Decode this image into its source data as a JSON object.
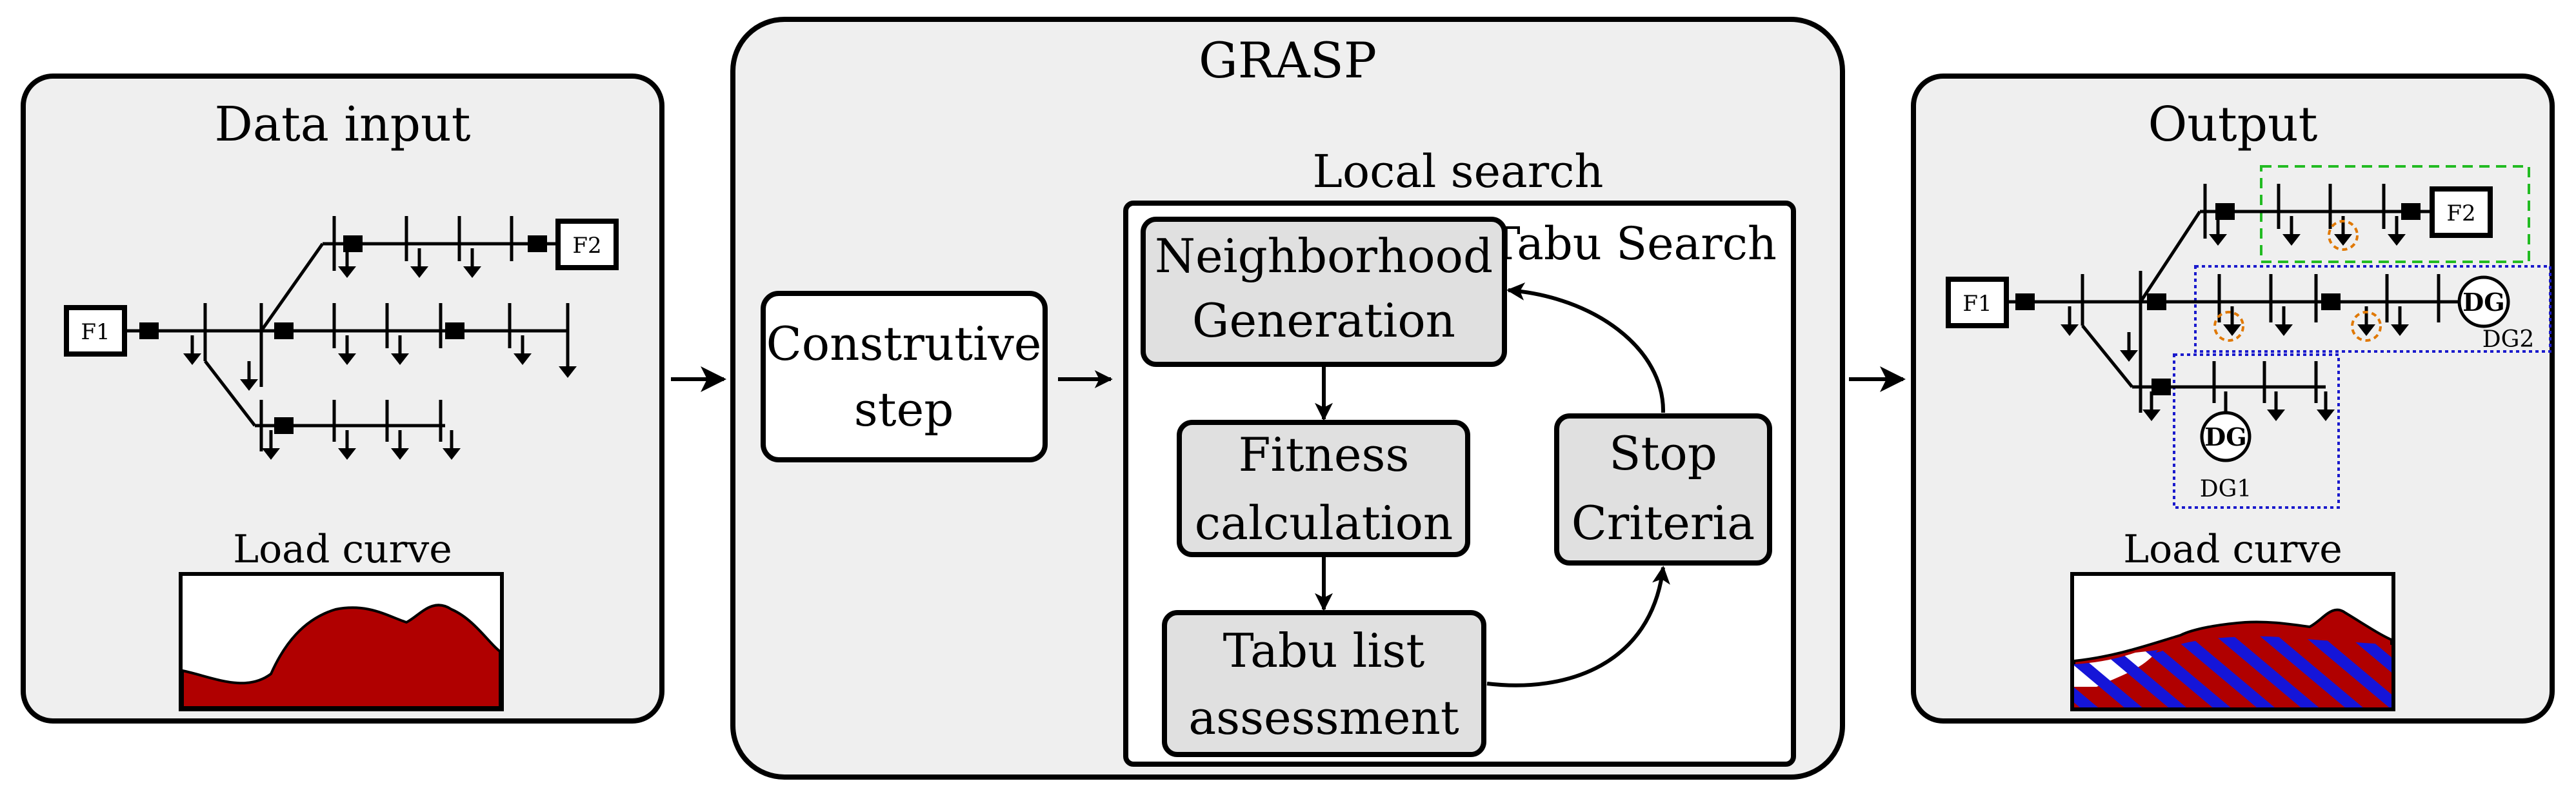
{
  "diagram": {
    "data_input": {
      "title": "Data input",
      "feeder_1": "F1",
      "feeder_2": "F2",
      "load_curve_label": "Load curve"
    },
    "grasp": {
      "title": "GRASP",
      "constructive_step": [
        "Construtive",
        "step"
      ],
      "local_search_title": "Local search",
      "tabu_search_title": "Tabu Search",
      "neighborhood_generation": [
        "Neighborhood",
        "Generation"
      ],
      "fitness_calculation": [
        "Fitness",
        "calculation"
      ],
      "tabu_list_assessment": [
        "Tabu list",
        "assessment"
      ],
      "stop_criteria": [
        "Stop",
        "Criteria"
      ]
    },
    "output": {
      "title": "Output",
      "feeder_1": "F1",
      "feeder_2": "F2",
      "dg_symbol": "DG",
      "dg1_label": "DG1",
      "dg2_label": "DG2",
      "load_curve_label": "Load curve"
    },
    "colors": {
      "panel_fill": "#efefef",
      "step_box_fill": "#e0e0e0",
      "load_fill": "#b00000",
      "dg_hatch": "#1515d8",
      "zone_green": "#22bb22",
      "zone_blue": "#1a1acc",
      "switch_marker": "#e07800"
    }
  }
}
